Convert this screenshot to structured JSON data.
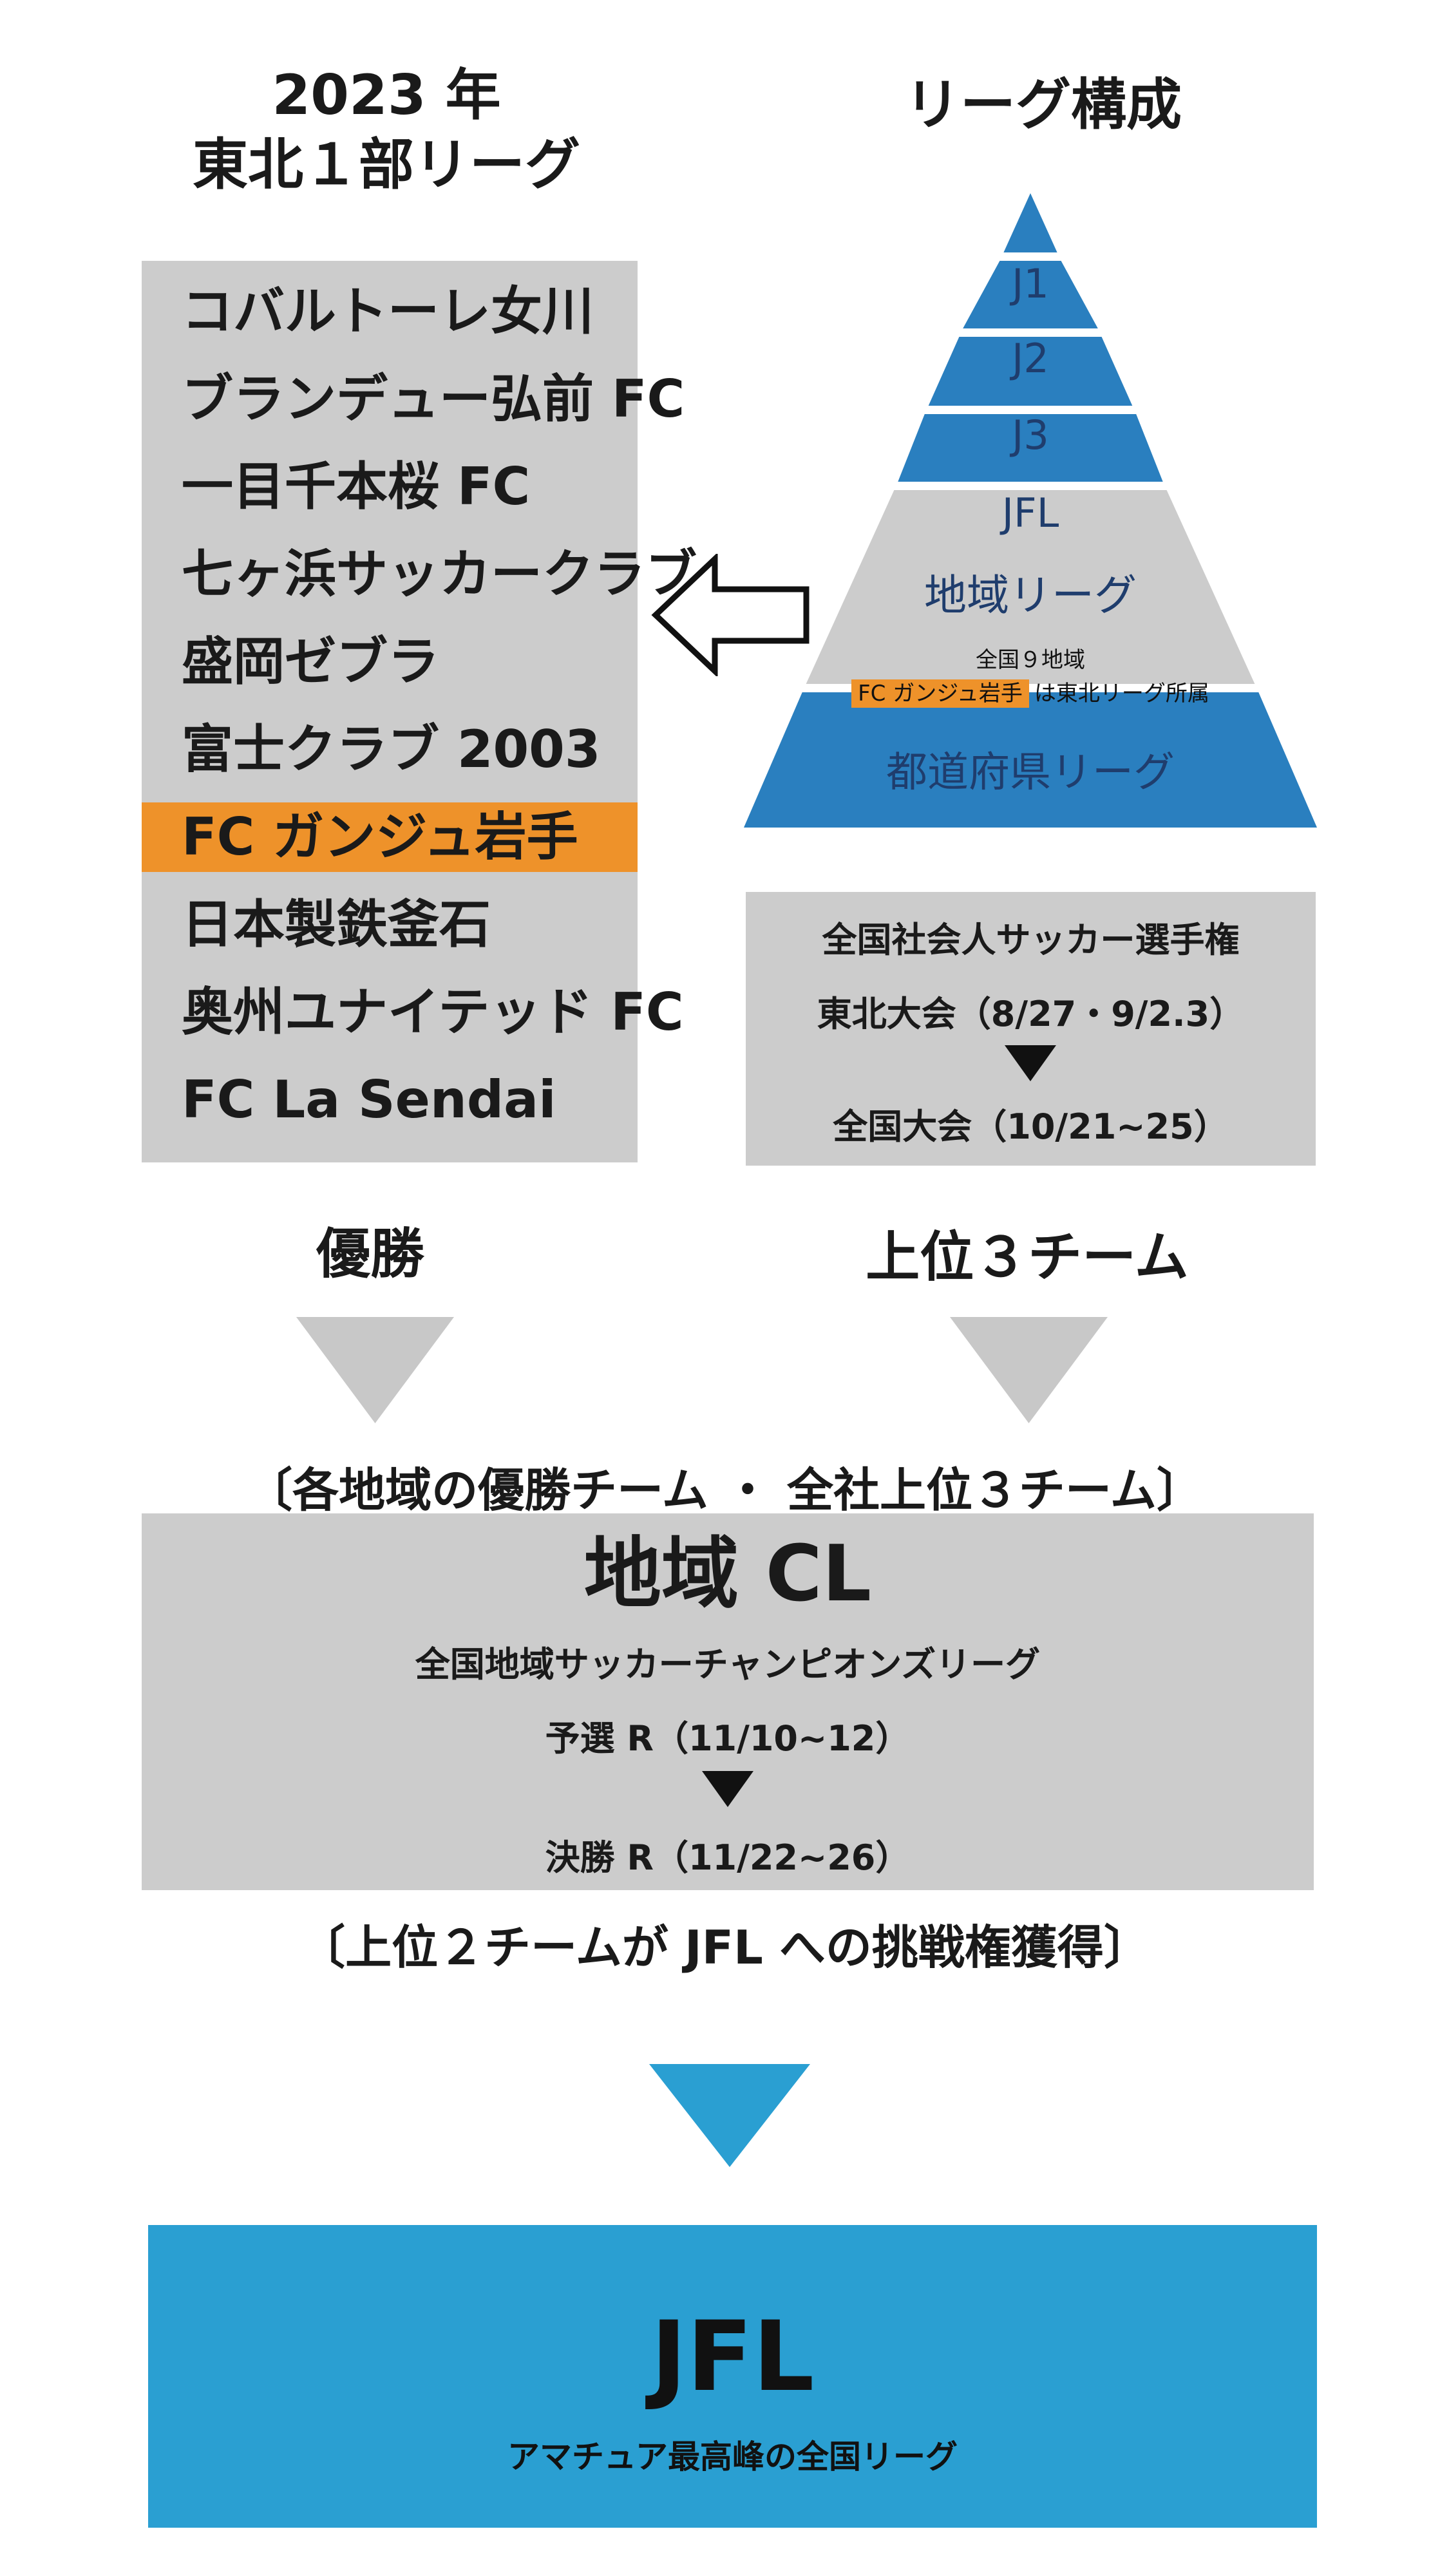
{
  "left_title": [
    "2023 年",
    "東北１部リーグ"
  ],
  "right_title": "リーグ構成",
  "teams": [
    "コバルトーレ女川",
    "ブランデュー弘前 FC",
    "一目千本桜 FC",
    "七ヶ浜サッカークラブ",
    "盛岡ゼブラ",
    "富士クラブ 2003",
    "FC ガンジュ岩手",
    "日本製鉄釜石",
    "奥州ユナイテッド FC",
    "FC  La  Sendai"
  ],
  "highlighted_team_index": 6,
  "pyramid": {
    "tiers": [
      "J1",
      "J2",
      "J3",
      "JFL",
      "地域リーグ",
      "都道府県リーグ"
    ],
    "regional_note_line1": "全国９地域",
    "regional_note_team": "FC ガンジュ岩手",
    "regional_note_suffix": "は東北リーグ所属"
  },
  "tournament": {
    "title": "全国社会人サッカー選手権",
    "tohoku": "東北大会（8/27・9/2.3）",
    "national": "全国大会（10/21~25）"
  },
  "winner_label": "優勝",
  "top3_label": "上位３チーム",
  "qualifier_bracket": "〔各地域の優勝チーム ・ 全社上位３チーム〕",
  "cl": {
    "title": "地域 CL",
    "subtitle": "全国地域サッカーチャンピオンズリーグ",
    "prelim": "予選 R（11/10~12）",
    "final": "決勝 R（11/22~26）"
  },
  "jfl_bracket": "〔上位２チームが JFL への挑戦権獲得〕",
  "jfl": {
    "title": "JFL",
    "subtitle": "アマチュア最高峰の全国リーグ"
  },
  "colors": {
    "grey_box": "#cccccc",
    "highlight_orange": "#ee922a",
    "pyramid_blue": "#2a7fbf",
    "jfl_blue": "#2a9fd2",
    "label_navy": "#1f3d6d"
  }
}
